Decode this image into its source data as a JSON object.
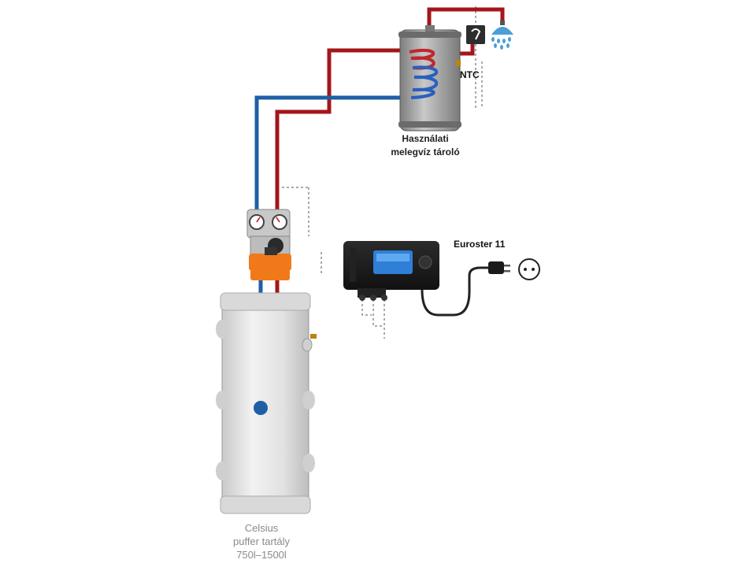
{
  "labels": {
    "hot_water_tank_line1": "Használati",
    "hot_water_tank_line2": "melegvíz tároló",
    "ntc": "NTC",
    "controller": "Euroster 11",
    "buffer_tank_line1": "Celsius",
    "buffer_tank_line2": "puffer tartály",
    "buffer_tank_line3": "750l–1500l"
  },
  "colors": {
    "hot_pipe": "#a3161b",
    "cold_pipe": "#1f5fa6",
    "pump_orange": "#f07a1a",
    "controller_display": "#2f7fd6",
    "shower_drops": "#4a9fd8"
  },
  "icons": [
    "shower-icon",
    "power-plug-icon",
    "wall-socket-icon",
    "thermometer-gauge-icon"
  ]
}
